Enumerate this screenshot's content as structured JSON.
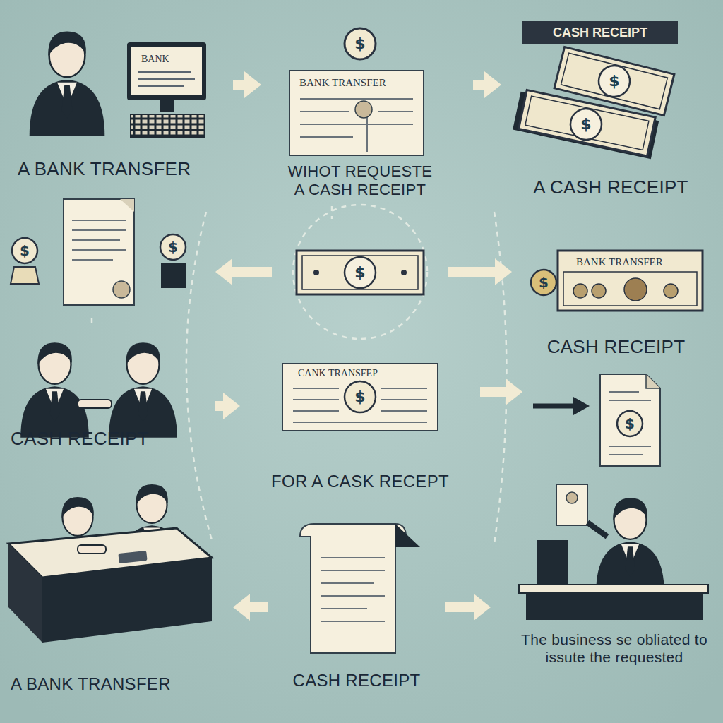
{
  "diagram": {
    "nodes": [
      {
        "text": [
          "BANK",
          "A BANK TRANSFER"
        ]
      },
      {
        "text": [
          "$",
          "BANK TRANSFER",
          "WIHOT REQUESTE A CASH RECEIPT"
        ]
      },
      {
        "text": [
          "CASH RECEIPT",
          "$",
          "$",
          "A CASH RECEIPT"
        ]
      },
      {
        "text": [
          "$",
          "$"
        ]
      },
      {
        "text": [
          "$"
        ]
      },
      {
        "text": [
          "$",
          "BANK TRANSFER",
          "CASH RECEIPT"
        ]
      },
      {
        "text": [
          "CASH RECEIPT"
        ]
      },
      {
        "text": [
          "CANK TRANSFEP",
          "$",
          "FOR A CASK RECEPT"
        ]
      },
      {
        "text": [
          "$"
        ]
      },
      {
        "text": [
          "A BANK TRANSFER"
        ]
      },
      {
        "text": [
          "CASH RECEIPT"
        ]
      },
      {
        "text": [
          "The business se obliated to issute the requested"
        ]
      }
    ],
    "edges": [
      {
        "from": 0,
        "to": 1,
        "arrow": "to"
      },
      {
        "from": 1,
        "to": 2,
        "arrow": "to"
      },
      {
        "from": 4,
        "to": 3,
        "arrow": "to"
      },
      {
        "from": 4,
        "to": 5,
        "arrow": "to"
      },
      {
        "from": 6,
        "to": 7,
        "arrow": "to"
      },
      {
        "from": 7,
        "to": 8,
        "arrow": "to"
      },
      {
        "from": 10,
        "to": 9,
        "arrow": "to"
      },
      {
        "from": 10,
        "to": 11,
        "arrow": "to"
      }
    ]
  }
}
